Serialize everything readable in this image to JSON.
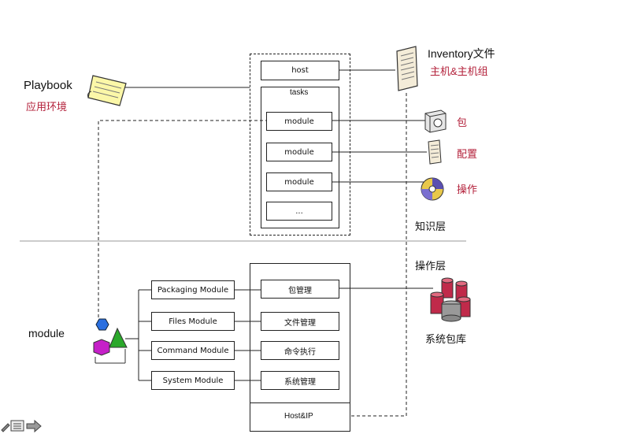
{
  "playbook": {
    "title": "Playbook",
    "subtitle": "应用环境"
  },
  "inventory": {
    "title": "Inventory文件",
    "subtitle": "主机&主机组"
  },
  "top_panel": {
    "host": "host",
    "tasks": "tasks",
    "modules": [
      "module",
      "module",
      "module",
      "..."
    ]
  },
  "resources": [
    {
      "label": "包",
      "icon": "safe-icon"
    },
    {
      "label": "配置",
      "icon": "document-icon"
    },
    {
      "label": "操作",
      "icon": "disc-icon"
    }
  ],
  "layers": {
    "knowledge": "知识层",
    "operation": "操作层"
  },
  "module_label": "module",
  "module_types": [
    "Packaging Module",
    "Files Module",
    "Command Module",
    "System Module"
  ],
  "bottom_panel": {
    "functions": [
      "包管理",
      "文件管理",
      "命令执行",
      "系统管理"
    ],
    "host_ip": "Host&IP"
  },
  "repository": "系统包库"
}
